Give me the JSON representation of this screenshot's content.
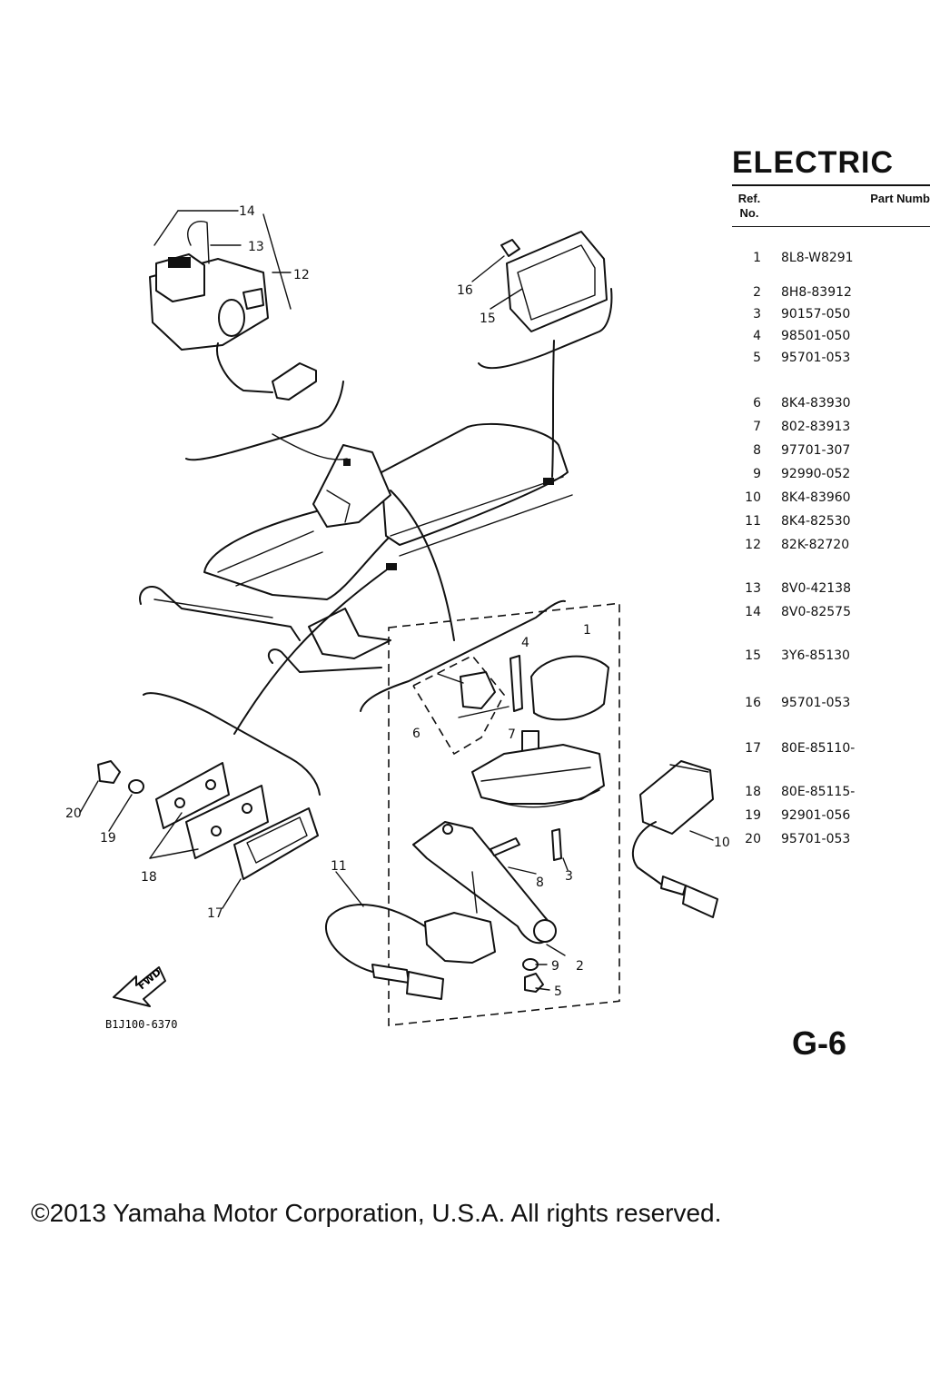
{
  "title": "ELECTRIC",
  "table": {
    "ref_header": "Ref. No.",
    "part_header": "Part Numb"
  },
  "parts": [
    {
      "ref": "1",
      "part_number": "8L8-W8291"
    },
    {
      "ref": "2",
      "part_number": "8H8-83912"
    },
    {
      "ref": "3",
      "part_number": "90157-050"
    },
    {
      "ref": "4",
      "part_number": "98501-050"
    },
    {
      "ref": "5",
      "part_number": "95701-053"
    },
    {
      "ref": "6",
      "part_number": "8K4-83930"
    },
    {
      "ref": "7",
      "part_number": "802-83913"
    },
    {
      "ref": "8",
      "part_number": "97701-307"
    },
    {
      "ref": "9",
      "part_number": "92990-052"
    },
    {
      "ref": "10",
      "part_number": "8K4-83960"
    },
    {
      "ref": "11",
      "part_number": "8K4-82530"
    },
    {
      "ref": "12",
      "part_number": "82K-82720"
    },
    {
      "ref": "13",
      "part_number": "8V0-42138"
    },
    {
      "ref": "14",
      "part_number": "8V0-82575"
    },
    {
      "ref": "15",
      "part_number": "3Y6-85130"
    },
    {
      "ref": "16",
      "part_number": "95701-053"
    },
    {
      "ref": "17",
      "part_number": "80E-85110-"
    },
    {
      "ref": "18",
      "part_number": "80E-85115-"
    },
    {
      "ref": "19",
      "part_number": "92901-056"
    },
    {
      "ref": "20",
      "part_number": "95701-053"
    }
  ],
  "callouts": {
    "c1": "1",
    "c2": "2",
    "c3": "3",
    "c4": "4",
    "c5": "5",
    "c6": "6",
    "c7": "7",
    "c8": "8",
    "c9": "9",
    "c10": "10",
    "c11": "11",
    "c12": "12",
    "c13": "13",
    "c14": "14",
    "c15": "15",
    "c16": "16",
    "c17": "17",
    "c18": "18",
    "c19": "19",
    "c20": "20"
  },
  "fwd_label": "FWD",
  "drawing_code": "B1J100-6370",
  "page_code": "G-6",
  "copyright": "©2013 Yamaha Motor Corporation, U.S.A. All rights reserved."
}
